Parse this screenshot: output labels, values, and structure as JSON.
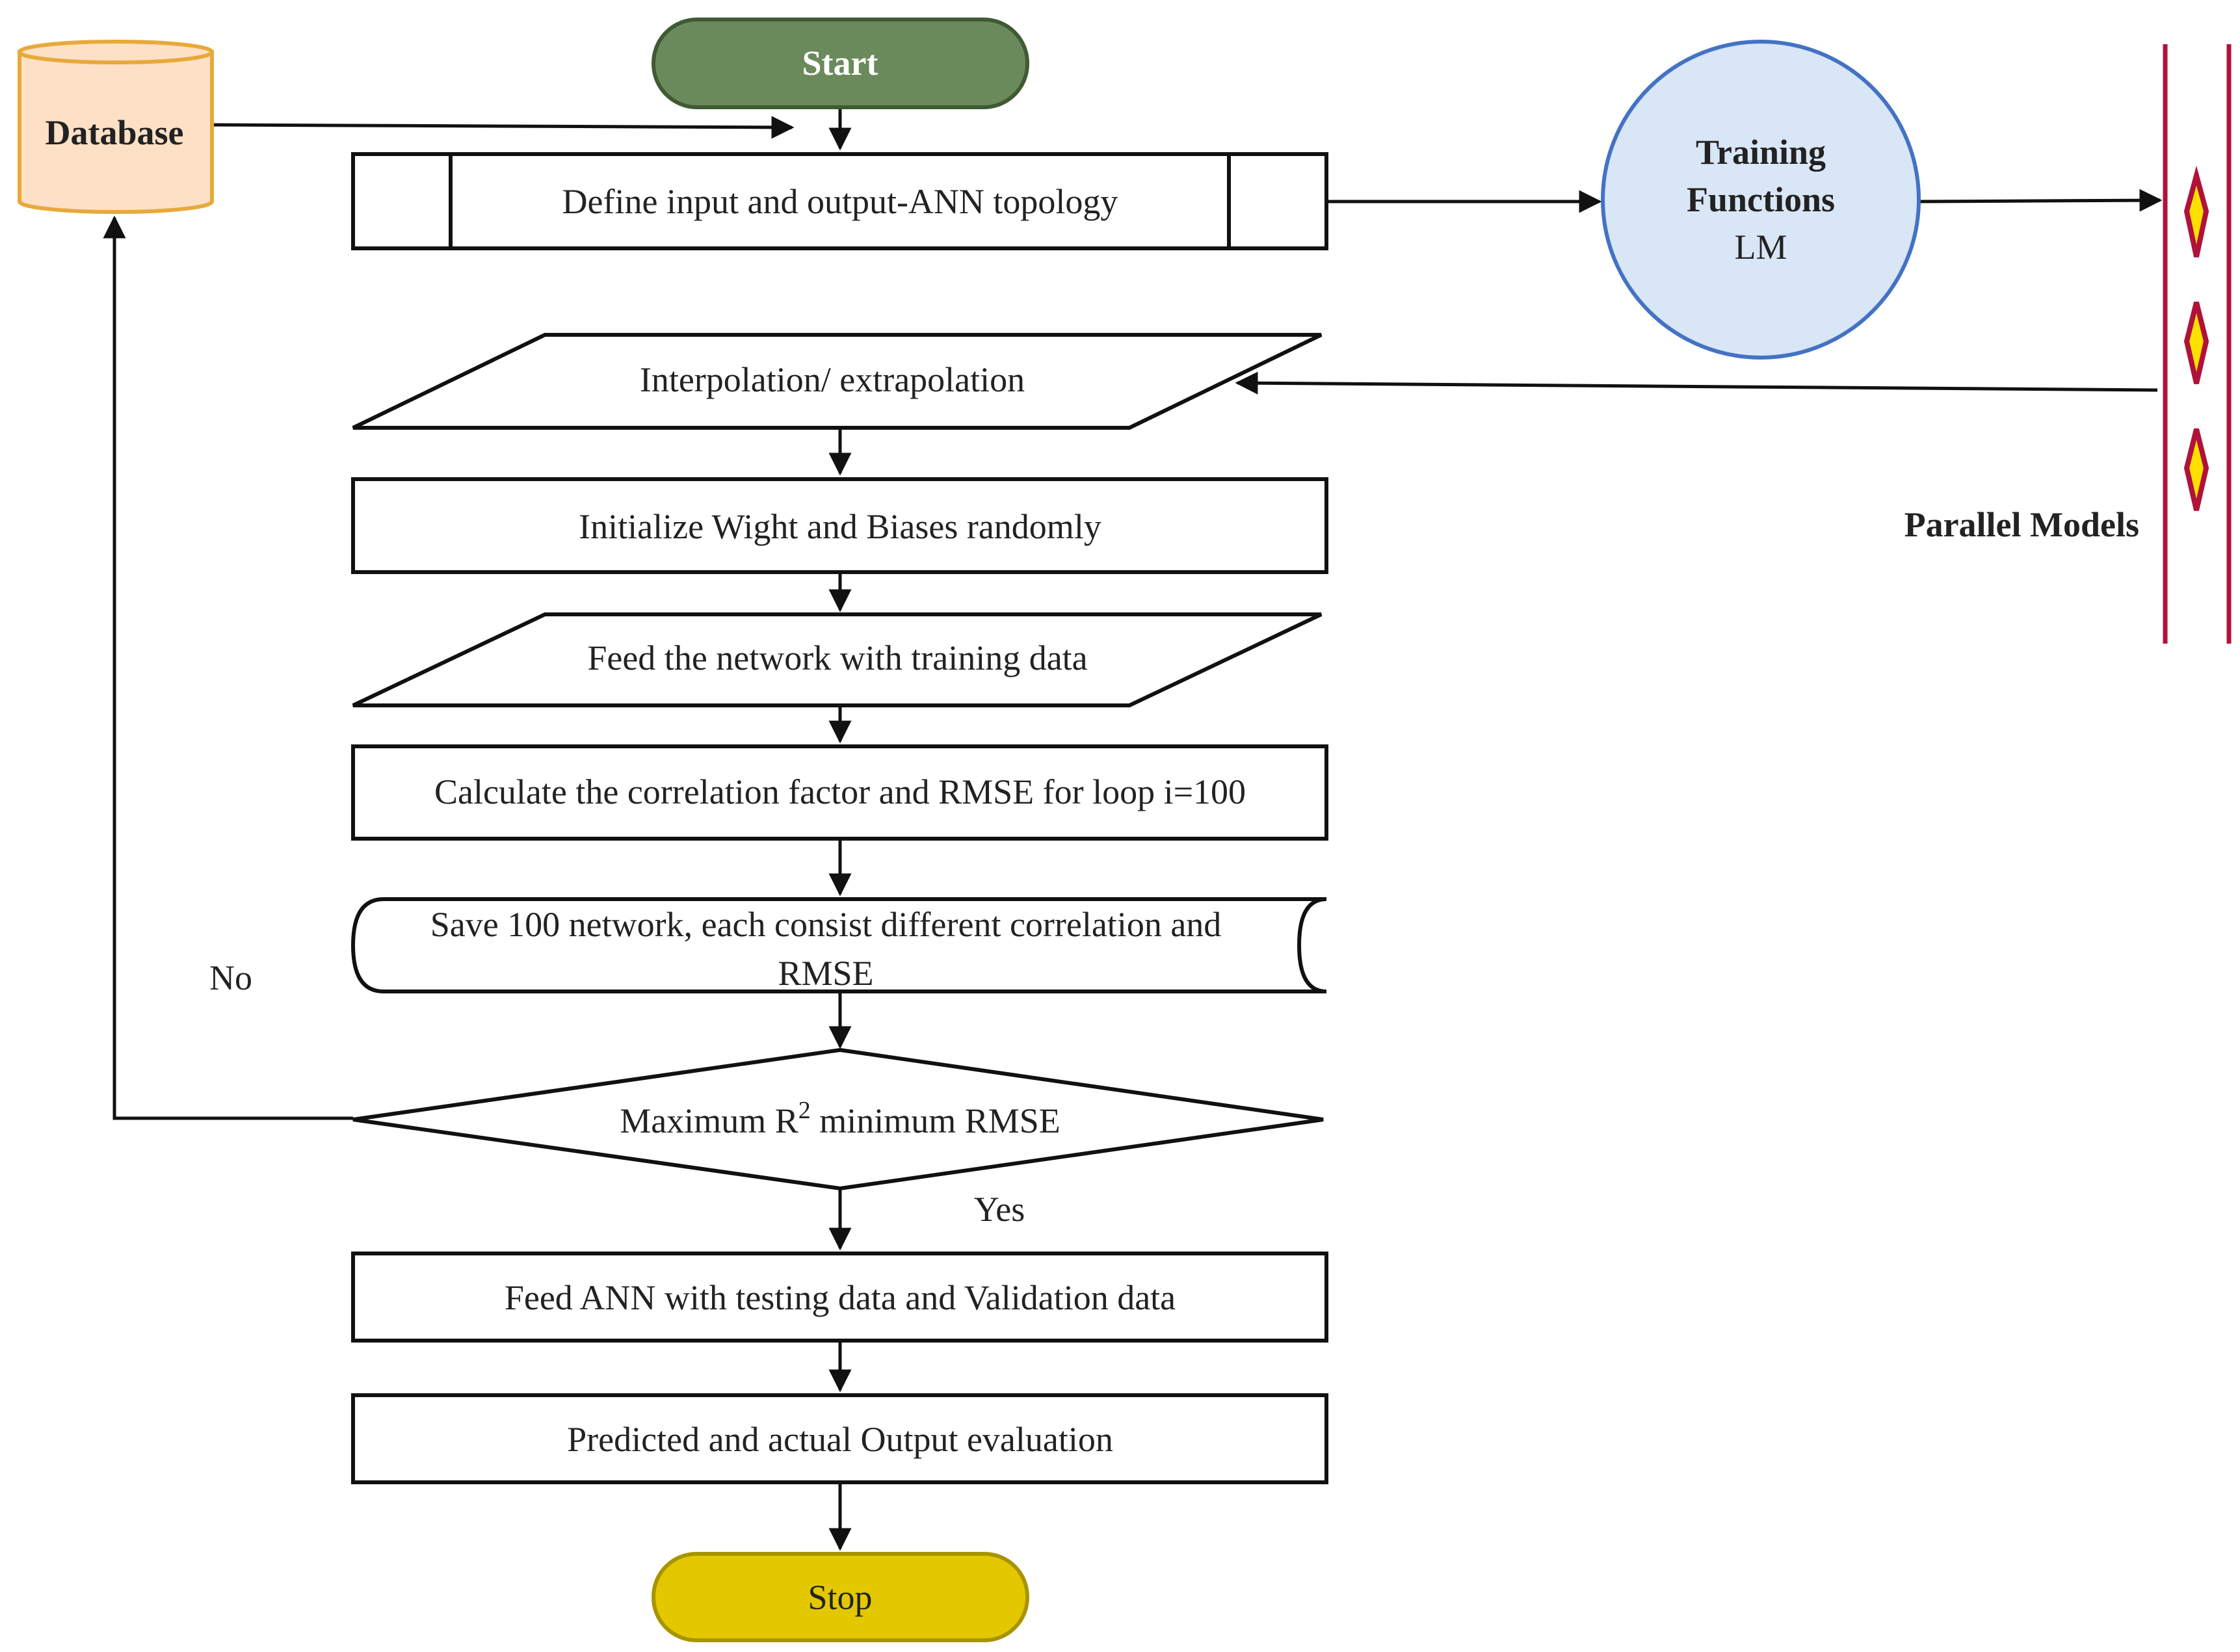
{
  "start": "Start",
  "stop": "Stop",
  "database": "Database",
  "steps": {
    "define": "Define input and output-ANN topology",
    "interp": "Interpolation/ extrapolation",
    "init": "Initialize Wight and Biases randomly",
    "feed_train": "Feed the network with training data",
    "calc": "Calculate the correlation factor and RMSE for loop i=100",
    "save_line1": "Save 100 network, each consist different correlation and",
    "save_line2": "RMSE",
    "feed_test": "Feed ANN with testing data and Validation data",
    "evaluate": "Predicted and actual Output evaluation"
  },
  "decision": {
    "prefix": "Maximum R",
    "superscript": "2",
    "suffix": " minimum RMSE"
  },
  "branch_no": "No",
  "branch_yes": "Yes",
  "training": {
    "line1": "Training",
    "line2": "Functions",
    "line3": "LM"
  },
  "parallel_models": "Parallel Models",
  "colors": {
    "start_fill": "#6b8a5c",
    "stop_fill": "#e3c800",
    "database_fill": "#fde0c6",
    "database_stroke": "#e8a93a",
    "training_fill": "#d8e6f6",
    "training_stroke": "#4472c4",
    "parallel_bar": "#b0123a",
    "parallel_diamond": "#ffe000"
  }
}
